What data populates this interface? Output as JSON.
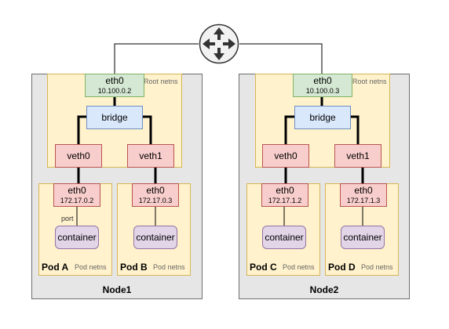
{
  "node1": {
    "name": "Node1",
    "root_eth": {
      "label": "eth0",
      "ip": "10.100.0.2"
    },
    "root_ns_label": "Root netns",
    "bridge": "bridge",
    "veth0": "veth0",
    "veth1": "veth1",
    "pod_a": {
      "name": "Pod A",
      "ns": "Pod netns",
      "eth": "eth0",
      "ip": "172.17.0.2",
      "container": "container",
      "port": "port"
    },
    "pod_b": {
      "name": "Pod B",
      "ns": "Pod netns",
      "eth": "eth0",
      "ip": "172.17.0.3",
      "container": "container"
    }
  },
  "node2": {
    "name": "Node2",
    "root_eth": {
      "label": "eth0",
      "ip": "10.100.0.3"
    },
    "root_ns_label": "Root netns",
    "bridge": "bridge",
    "veth0": "veth0",
    "veth1": "veth1",
    "pod_c": {
      "name": "Pod C",
      "ns": "Pod netns",
      "eth": "eth0",
      "ip": "172.17.1.2",
      "container": "container"
    },
    "pod_d": {
      "name": "Pod D",
      "ns": "Pod netns",
      "eth": "eth0",
      "ip": "172.17.1.3",
      "container": "container"
    }
  },
  "colors": {
    "node_bg": "#e6e6e6",
    "netns_bg": "#fff2cc",
    "eth_root": "#d5e8d4",
    "bridge": "#dae8fc",
    "veth": "#f8cecc",
    "container": "#e1d5e7",
    "router": "#f0f0f0"
  },
  "icons": {
    "router": "router-icon"
  }
}
